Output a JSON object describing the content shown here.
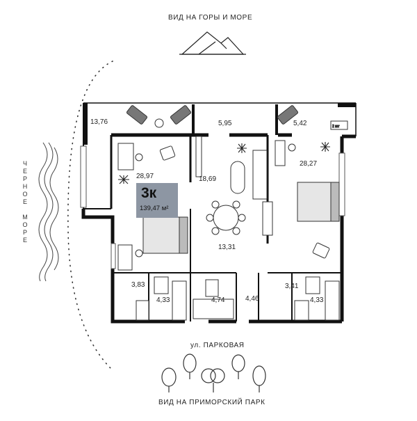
{
  "view_top": "ВИД НА ГОРЫ И МОРЕ",
  "sea_label": "ЧЕРНОЕ МОРЕ",
  "street": "ул. ПАРКОВАЯ",
  "view_bottom": "ВИД НА ПРИМОРСКИЙ ПАРК",
  "apartment": {
    "type": "3к",
    "area": "139,47 м²"
  },
  "rooms": {
    "balcony_left": "13,76",
    "balcony_center": "5,95",
    "balcony_right": "5,42",
    "bedroom_left": "28,97",
    "hall": "18,69",
    "bedroom_right": "28,27",
    "living": "13,31",
    "storage_left": "3,83",
    "bath_left": "4,33",
    "bath_center": "4,74",
    "corridor": "4,46",
    "storage_right": "3,41",
    "bath_right": "4,33"
  },
  "icons": [
    "mountains-icon",
    "tree-icon",
    "furniture-icon",
    "door-icon"
  ]
}
